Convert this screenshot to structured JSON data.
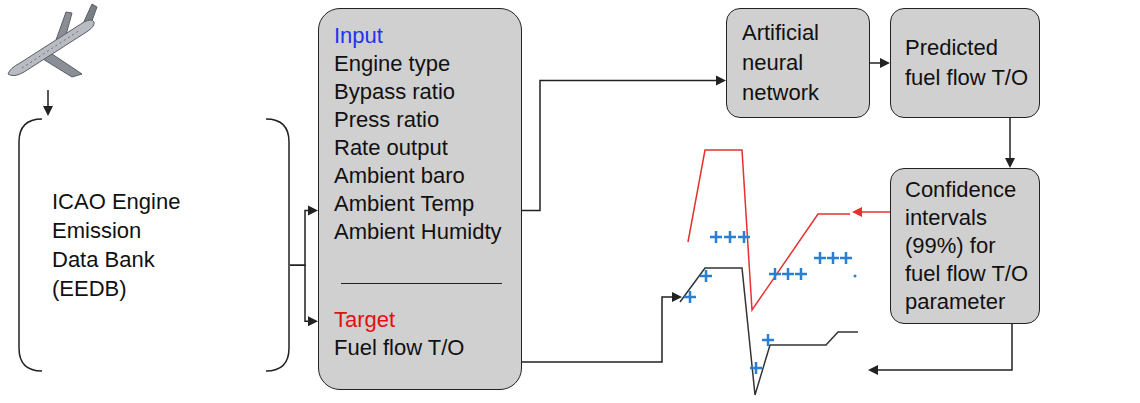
{
  "diagram": {
    "nodes": [
      {
        "text": [
          "ICAO Engine Emission Data Bank (EEDB)"
        ]
      },
      {
        "text": [
          "Input",
          "Engine type",
          "Bypass ratio",
          "Press ratio",
          "Rate output",
          "Ambient baro",
          "Ambient Temp",
          "Ambient Humidty",
          "Target",
          "Fuel flow T/O"
        ]
      },
      {
        "text": [
          "Artificial neural network"
        ]
      },
      {
        "text": [
          "Predicted fuel flow T/O"
        ]
      },
      {
        "text": [
          "Confidence intervals (99%) for fuel flow T/O parameter"
        ]
      }
    ],
    "edges": [
      {
        "from": 0,
        "to": 1,
        "arrow": "to"
      },
      {
        "from": 0,
        "to": 1,
        "arrow": "to"
      },
      {
        "from": 1,
        "to": 2,
        "arrow": "to"
      },
      {
        "from": 2,
        "to": 3,
        "arrow": "to"
      },
      {
        "from": 3,
        "to": 4,
        "arrow": "to"
      }
    ]
  }
}
